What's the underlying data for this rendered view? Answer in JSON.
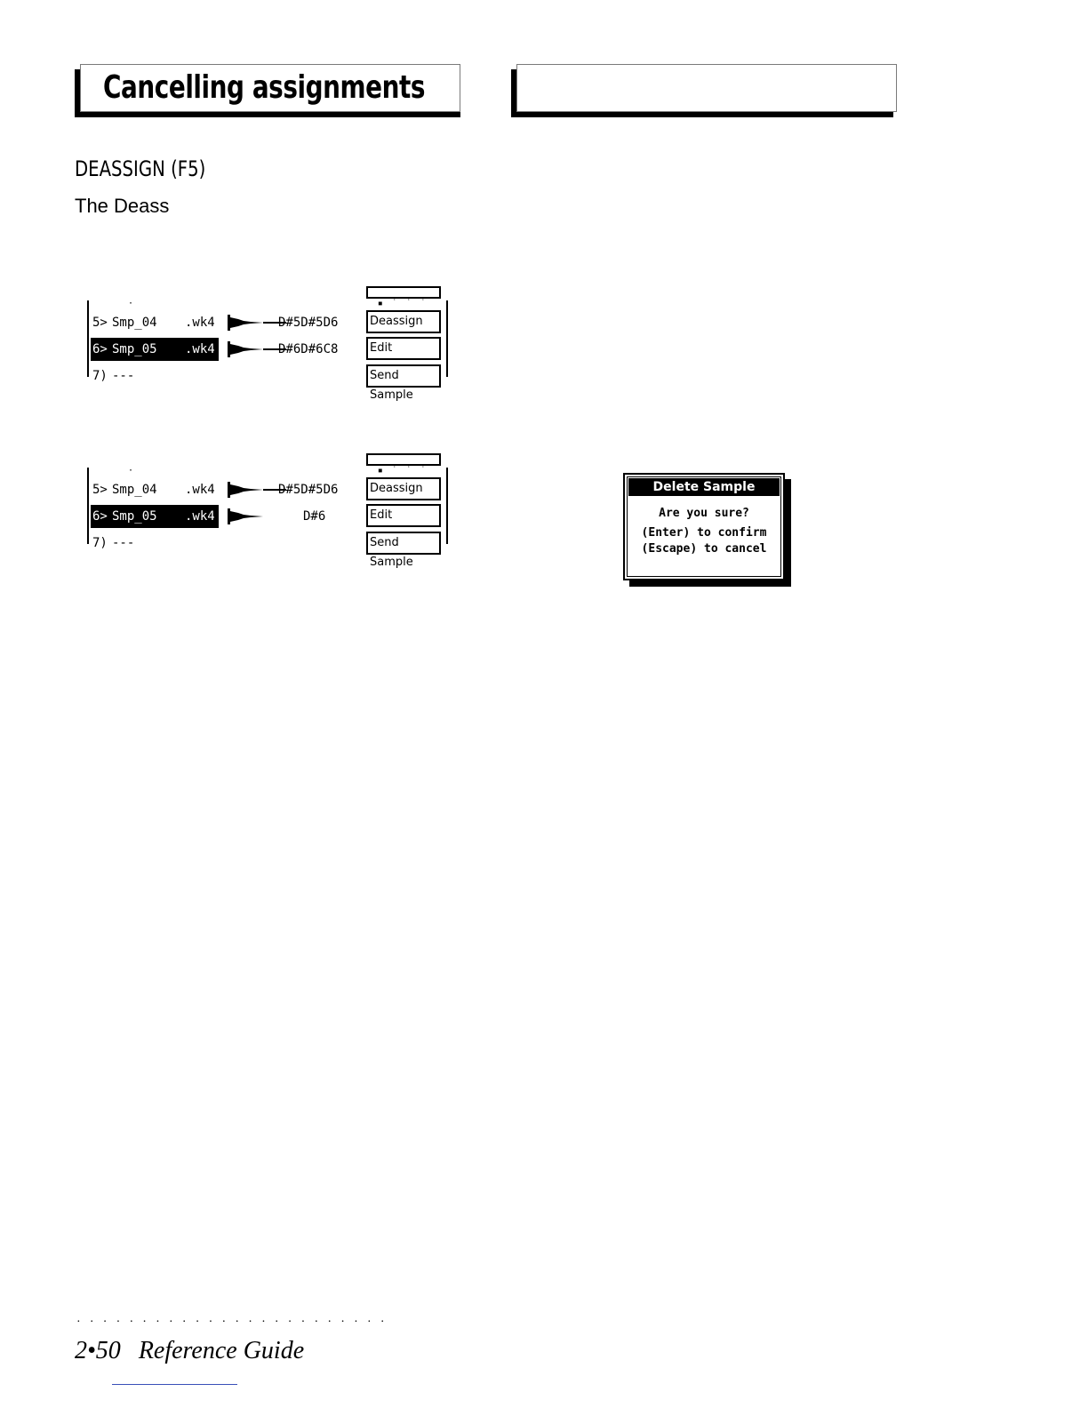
{
  "header": {
    "title": "Cancelling assignments"
  },
  "subheading": "DEASSIGN (F5)",
  "intro_text": "The Deass",
  "screens": [
    {
      "rows": [
        {
          "num": "5>",
          "name": "Smp_04",
          "ext": ".wk4",
          "notes": "D#5D#5D6",
          "selected": false
        },
        {
          "num": "6>",
          "name": "Smp_05",
          "ext": ".wk4",
          "notes": "D#6D#6C8",
          "selected": true
        },
        {
          "num": "7)",
          "name": "---",
          "ext": "",
          "notes": "",
          "selected": false
        }
      ],
      "buttons": [
        "Deassign",
        "Edit",
        "Send Sample"
      ]
    },
    {
      "rows": [
        {
          "num": "5>",
          "name": "Smp_04",
          "ext": ".wk4",
          "notes": "D#5D#5D6",
          "selected": false
        },
        {
          "num": "6>",
          "name": "Smp_05",
          "ext": ".wk4",
          "notes": "D#6",
          "selected": true
        },
        {
          "num": "7)",
          "name": "---",
          "ext": "",
          "notes": "",
          "selected": false
        }
      ],
      "buttons": [
        "Deassign",
        "Edit",
        "Send Sample"
      ]
    }
  ],
  "dialog": {
    "title": "Delete Sample",
    "question": "Are you sure?",
    "confirm": "(Enter) to confirm",
    "cancel": "(Escape) to cancel"
  },
  "footer": {
    "page": "2•50",
    "label": "Reference Guide"
  }
}
